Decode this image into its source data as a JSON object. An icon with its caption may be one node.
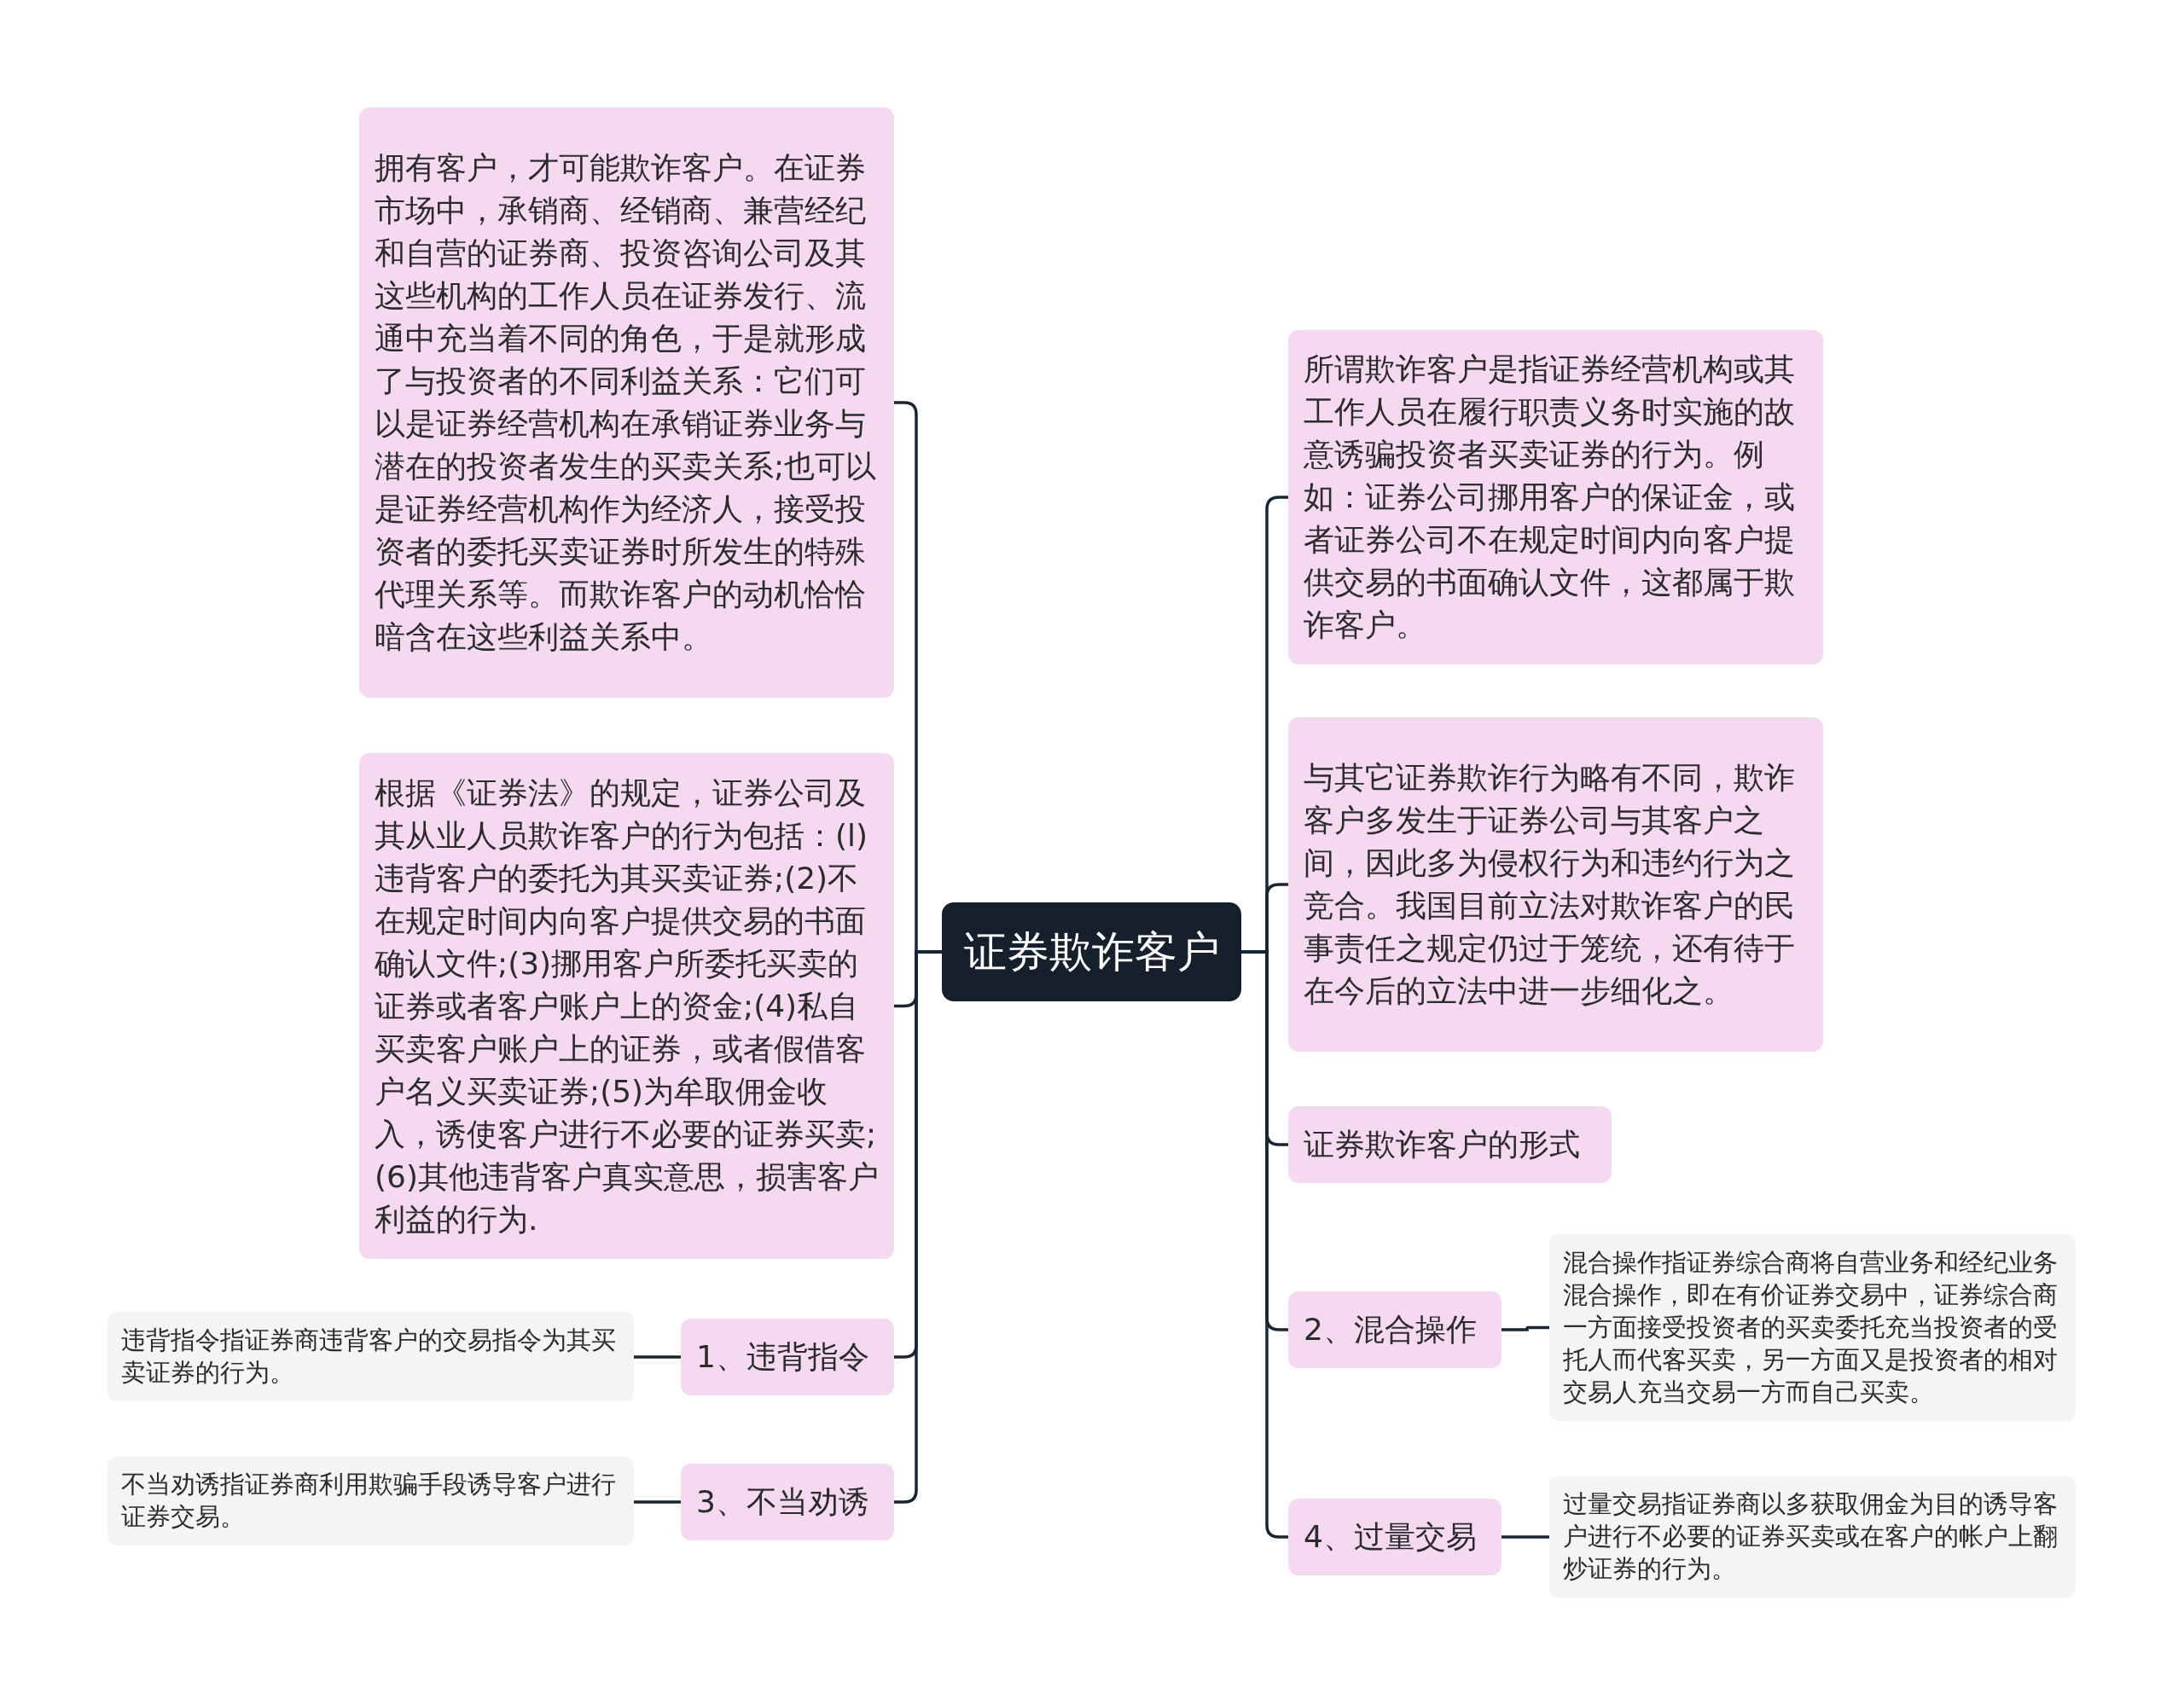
{
  "diagram": {
    "nodes": [
      {
        "text": [
          "证券欺诈客户"
        ]
      },
      {
        "text": [
          "拥有客户，才可能欺诈客户。在证券市场中，承销商、经销商、兼营经纪和自营的证券商、投资咨询公司及其这些机构的工作人员在证券发行、流通中充当着不同的角色，于是就形成了与投资者的不同利益关系：它们可以是证券经营机构在承销证券业务与潜在的投资者发生的买卖关系;也可以是证券经营机构作为经济人，接受投资者的委托买卖证券时所发生的特殊代理关系等。而欺诈客户的动机恰恰暗含在这些利益关系中。"
        ]
      },
      {
        "text": [
          "根据《证券法》的规定，证券公司及其从业人员欺诈客户的行为包括：(l)违背客户的委托为其买卖证券;(2)不在规定时间内向客户提供交易的书面确认文件;(3)挪用客户所委托买卖的证券或者客户账户上的资金;(4)私自买卖客户账户上的证券，或者假借客户名义买卖证券;(5)为牟取佣金收入，诱使客户进行不必要的证券买卖;(6)其他违背客户真实意思，损害客户利益的行为."
        ]
      },
      {
        "text": [
          "1、违背指令"
        ]
      },
      {
        "text": [
          "违背指令指证券商违背客户的交易指令为其买卖证券的行为。"
        ]
      },
      {
        "text": [
          "3、不当劝诱"
        ]
      },
      {
        "text": [
          "不当劝诱指证券商利用欺骗手段诱导客户进行证券交易。"
        ]
      },
      {
        "text": [
          "所谓欺诈客户是指证券经营机构或其工作人员在履行职责义务时实施的故意诱骗投资者买卖证券的行为。例如：证券公司挪用客户的保证金，或者证券公司不在规定时间内向客户提供交易的书面确认文件，这都属于欺诈客户。"
        ]
      },
      {
        "text": [
          "与其它证券欺诈行为略有不同，欺诈客户多发生于证券公司与其客户之间，因此多为侵权行为和违约行为之竞合。我国目前立法对欺诈客户的民事责任之规定仍过于笼统，还有待于在今后的立法中进一步细化之。"
        ]
      },
      {
        "text": [
          "证券欺诈客户的形式"
        ]
      },
      {
        "text": [
          "2、混合操作"
        ]
      },
      {
        "text": [
          "混合操作指证券综合商将自营业务和经纪业务混合操作，即在有价证券交易中，证券综合商一方面接受投资者的买卖委托充当投资者的受托人而代客买卖，另一方面又是投资者的相对交易人充当交易一方而自己买卖。"
        ]
      },
      {
        "text": [
          "4、过量交易"
        ]
      },
      {
        "text": [
          "过量交易指证券商以多获取佣金为目的诱导客户进行不必要的证券买卖或在客户的帐户上翻炒证券的行为。"
        ]
      }
    ],
    "edges": [
      {
        "from": 0,
        "to": 1,
        "arrow": "none"
      },
      {
        "from": 0,
        "to": 2,
        "arrow": "none"
      },
      {
        "from": 0,
        "to": 3,
        "arrow": "none"
      },
      {
        "from": 3,
        "to": 4,
        "arrow": "none"
      },
      {
        "from": 0,
        "to": 5,
        "arrow": "none"
      },
      {
        "from": 5,
        "to": 6,
        "arrow": "none"
      },
      {
        "from": 0,
        "to": 7,
        "arrow": "none"
      },
      {
        "from": 0,
        "to": 8,
        "arrow": "none"
      },
      {
        "from": 0,
        "to": 9,
        "arrow": "none"
      },
      {
        "from": 0,
        "to": 10,
        "arrow": "none"
      },
      {
        "from": 10,
        "to": 11,
        "arrow": "none"
      },
      {
        "from": 0,
        "to": 12,
        "arrow": "none"
      },
      {
        "from": 12,
        "to": 13,
        "arrow": "none"
      }
    ]
  }
}
